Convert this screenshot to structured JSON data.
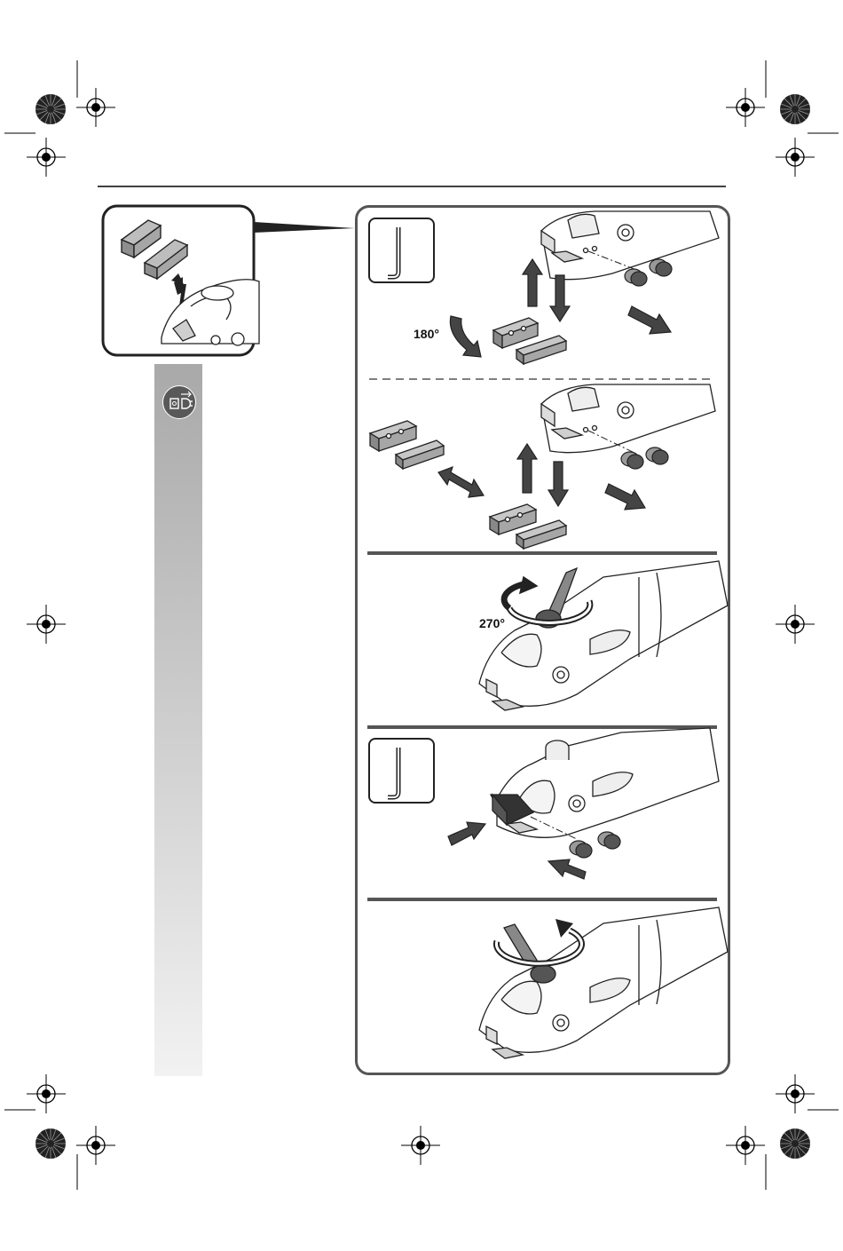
{
  "page": {
    "colors": {
      "ink": "#111111",
      "frame": "#555555",
      "gray_bar_top": "#a9a9a9",
      "gray_bar_bottom": "#f2f2f2",
      "unplug_icon_bg": "#595959"
    }
  },
  "steps": [
    {
      "id": "step-1",
      "label": "180°",
      "icons": [
        "hex-key-icon",
        "screws",
        "blades",
        "arrow-up",
        "arrow-down",
        "rotate-arrow"
      ]
    },
    {
      "id": "step-2",
      "icons": [
        "blades",
        "double-arrow",
        "arrow-up",
        "arrow-down"
      ]
    },
    {
      "id": "step-3",
      "label": "270°",
      "icons": [
        "rotate-ring-arrow",
        "lever"
      ]
    },
    {
      "id": "step-4",
      "icons": [
        "hex-key-icon",
        "push-arrow",
        "screws"
      ]
    },
    {
      "id": "step-5",
      "icons": [
        "rotate-ring-arrow",
        "lever"
      ]
    }
  ],
  "sidebar": {
    "icon": "unplug-icon"
  }
}
